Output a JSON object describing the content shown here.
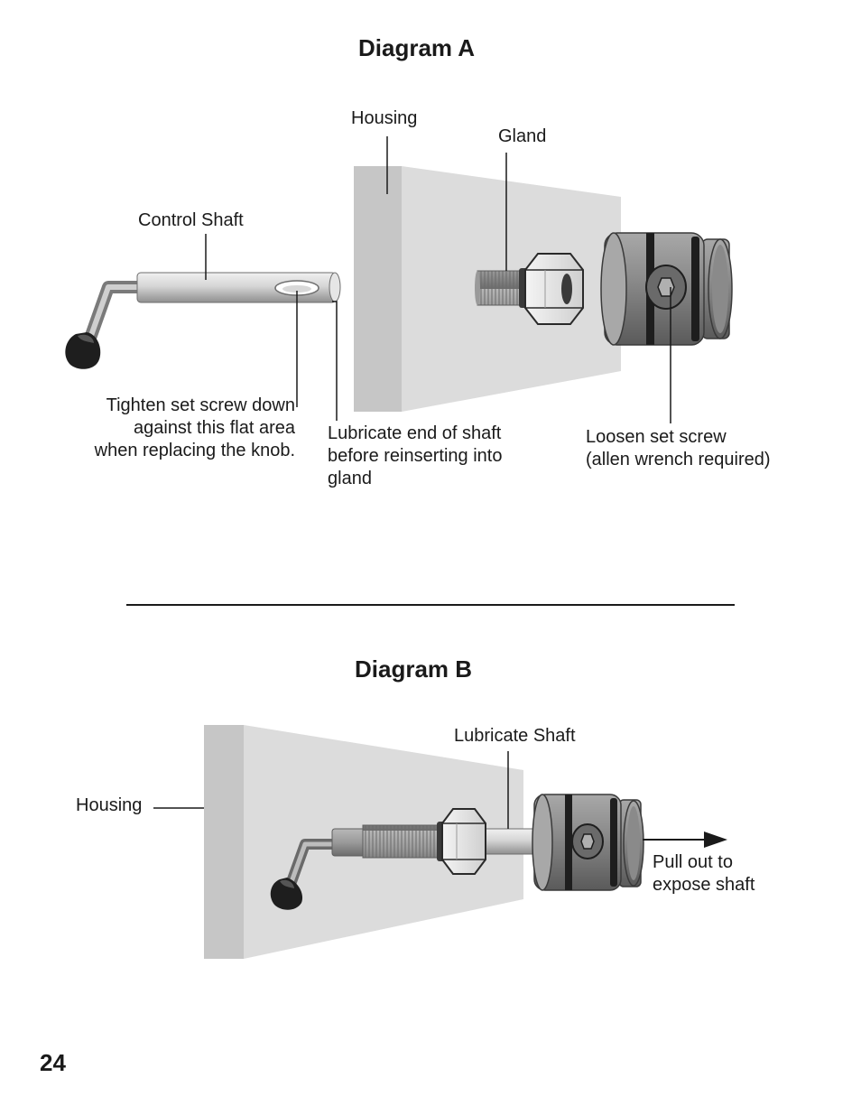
{
  "page_number": "24",
  "diagram_a": {
    "title": "Diagram A",
    "labels": {
      "housing": "Housing",
      "gland": "Gland",
      "control_shaft": "Control Shaft",
      "tighten_note": "Tighten set screw down\nagainst this flat area\nwhen replacing the knob.",
      "lubricate_note": "Lubricate end of shaft\nbefore reinserting into\ngland",
      "loosen_note": "Loosen set screw\n(allen wrench required)"
    }
  },
  "diagram_b": {
    "title": "Diagram B",
    "labels": {
      "housing": "Housing",
      "lubricate_shaft": "Lubricate Shaft",
      "pull_out": "Pull out to\nexpose shaft"
    }
  },
  "colors": {
    "housing_face": "#dcdcdc",
    "housing_side": "#c4c4c4",
    "metal_light": "#e2e2e2",
    "metal_dark": "#8a8a8a",
    "knob_dark": "#555555",
    "knob_black": "#1e1e1e",
    "line": "#1a1a1a"
  }
}
